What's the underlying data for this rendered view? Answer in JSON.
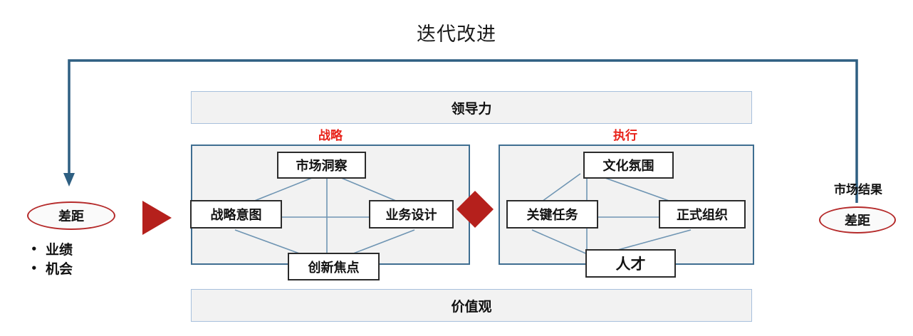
{
  "title": "迭代改进",
  "banners": {
    "leadership": "领导力",
    "values": "价值观"
  },
  "captions": {
    "strategy": "战略",
    "execution": "执行"
  },
  "strategy_nodes": [
    {
      "id": "market-insight",
      "label": "市场洞察"
    },
    {
      "id": "strategic-intent",
      "label": "战略意图"
    },
    {
      "id": "business-design",
      "label": "业务设计"
    },
    {
      "id": "innovation-focus",
      "label": "创新焦点"
    }
  ],
  "execution_nodes": [
    {
      "id": "culture",
      "label": "文化氛围"
    },
    {
      "id": "key-tasks",
      "label": "关键任务"
    },
    {
      "id": "formal-org",
      "label": "正式组织"
    },
    {
      "id": "talent",
      "label": "人才"
    }
  ],
  "left_gap": {
    "label": "差距",
    "bullets": [
      {
        "marker": "•",
        "label": "业绩"
      },
      {
        "marker": "•",
        "label": "机会"
      }
    ]
  },
  "right_gap": {
    "heading": "市场结果",
    "label": "差距"
  },
  "colors": {
    "accent_red": "#e8231a",
    "dark_red": "#b52a2a",
    "marker_red": "#b5201c",
    "panel_border": "#3f6e91",
    "banner_border": "#a7c0dc",
    "banner_fill": "#f2f2f2",
    "connector_line": "#6f95b3",
    "loop_line": "#2e5f82",
    "node_border": "#2b2b2b"
  }
}
